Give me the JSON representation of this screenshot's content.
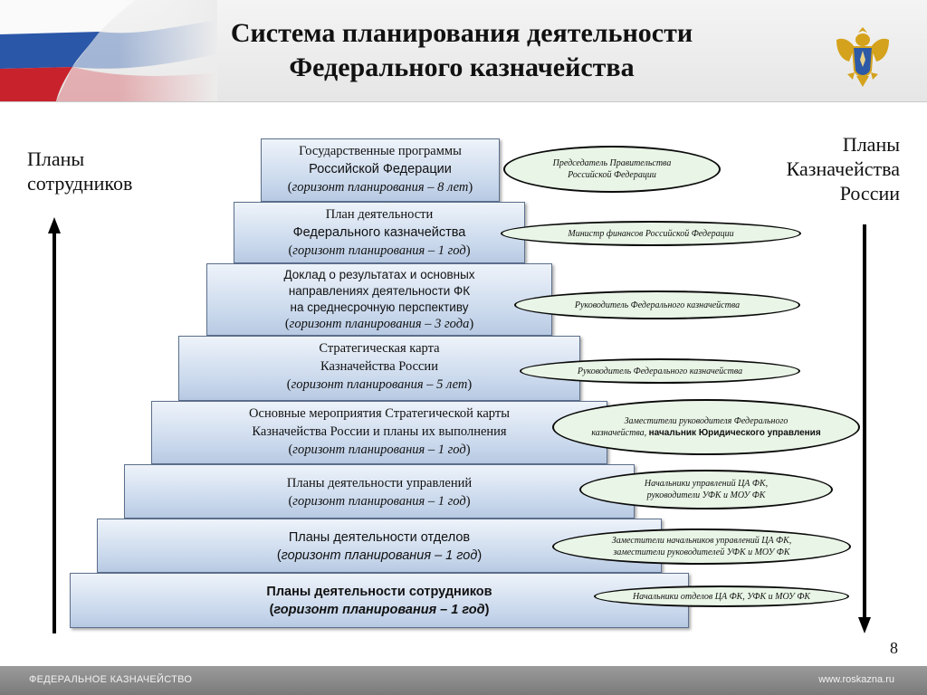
{
  "title": {
    "line1": "Система планирования деятельности",
    "line2": "Федерального казначейства"
  },
  "left_label": {
    "line1": "Планы",
    "line2": "сотрудников"
  },
  "right_label": {
    "line1": "Планы",
    "line2": "Казначейства",
    "line3": "России"
  },
  "steps": [
    {
      "l1": "Государственные программы",
      "l2": "Российской Федерации",
      "hz": "горизонт планирования – 8 лет"
    },
    {
      "l1": "План деятельности",
      "l2": "Федерального казначейства",
      "hz": "горизонт планирования – 1 год"
    },
    {
      "l1": "Доклад о результатах и основных",
      "l2": "направлениях деятельности ФК",
      "l3": "на среднесрочную перспективу",
      "hz": "горизонт планирования – 3 года"
    },
    {
      "l1": "Стратегическая карта",
      "l2": "Казначейства России",
      "hz": "горизонт планирования – 5 лет"
    },
    {
      "l1": "Основные мероприятия Стратегической карты",
      "l2": "Казначейства России и планы их выполнения",
      "hz": "горизонт планирования – 1 год"
    },
    {
      "l1": "Планы деятельности управлений",
      "hz": "горизонт планирования – 1 год"
    },
    {
      "l1": "Планы деятельности отделов",
      "hz": "горизонт планирования – 1 год"
    },
    {
      "l1": "Планы деятельности сотрудников",
      "hz": "горизонт планирования – 1 год"
    }
  ],
  "responsible": [
    {
      "line1": "Председатель Правительства",
      "line2": "Российской Федерации"
    },
    {
      "line1": "Министр финансов Российской Федерации"
    },
    {
      "line1": "Руководитель Федерального казначейства"
    },
    {
      "line1": "Руководитель Федерального казначейства"
    },
    {
      "line1": "Заместители руководителя Федерального",
      "line2a": "казначейства, ",
      "line2b": "начальник Юридического управления"
    },
    {
      "line1": "Начальники управлений ЦА ФК,",
      "line2": "руководители УФК и МОУ ФК"
    },
    {
      "line1": "Заместители начальников управлений ЦА ФК,",
      "line2": "заместители руководителей УФК и МОУ ФК"
    },
    {
      "line1": "Начальники отделов ЦА ФК, УФК и МОУ ФК"
    }
  ],
  "page_number": "8",
  "footer": {
    "left": "ФЕДЕРАЛЬНОЕ КАЗНАЧЕЙСТВО",
    "right": "www.roskazna.ru"
  },
  "colors": {
    "step_fill": "#c9d8ec",
    "oval_fill": "#e9f5e6",
    "footer": "#8a8a8a"
  }
}
